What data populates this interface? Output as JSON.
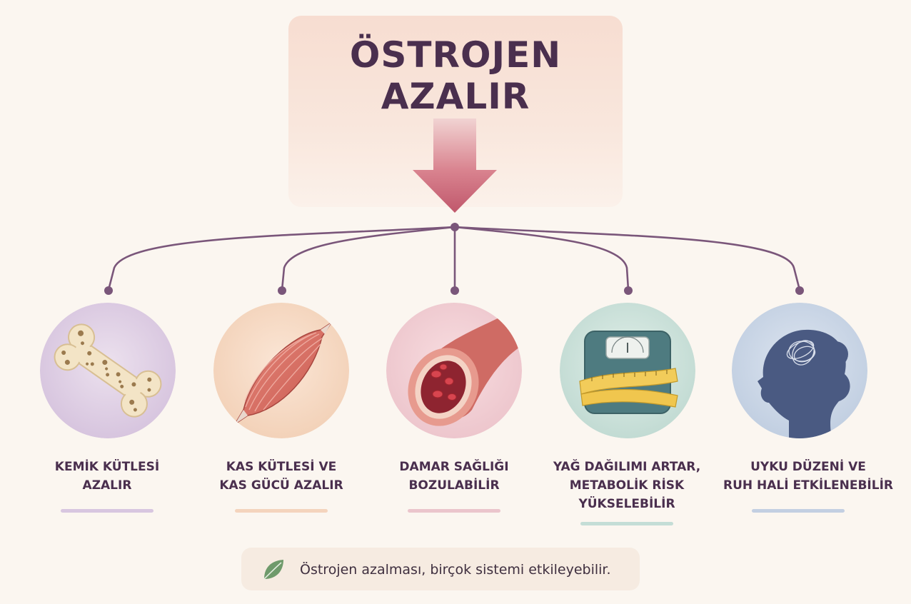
{
  "title": {
    "line1": "ÖSTROJEN",
    "line2": "AZALIR"
  },
  "items": [
    {
      "label": "KEMİK KÜTLESİ\nAZALIR",
      "icon": "bone-icon",
      "accent": "#d8c6e0"
    },
    {
      "label": "KAS KÜTLESİ VE\nKAS GÜCÜ AZALIR",
      "icon": "muscle-icon",
      "accent": "#f4d4bd"
    },
    {
      "label": "DAMAR SAĞLIĞI\nBOZULABİLİR",
      "icon": "blood-vessel-icon",
      "accent": "#ebc5cc"
    },
    {
      "label": "YAĞ DAĞILIMI ARTAR,\nMETABOLİK RİSK\nYÜKSELEBİLİR",
      "icon": "scale-measuring-tape-icon",
      "accent": "#c4ddd6"
    },
    {
      "label": "UYKU DÜZENİ VE\nRUH HALİ ETKİLENEBİLİR",
      "icon": "head-silhouette-icon",
      "accent": "#c3cfe2"
    }
  ],
  "footer": {
    "text": "Östrojen azalması, birçok sistemi etkileyebilir.",
    "icon": "leaf-icon"
  },
  "colors": {
    "text": "#4a2f4e",
    "connector": "#7a567a",
    "arrow": "#c0586c"
  }
}
